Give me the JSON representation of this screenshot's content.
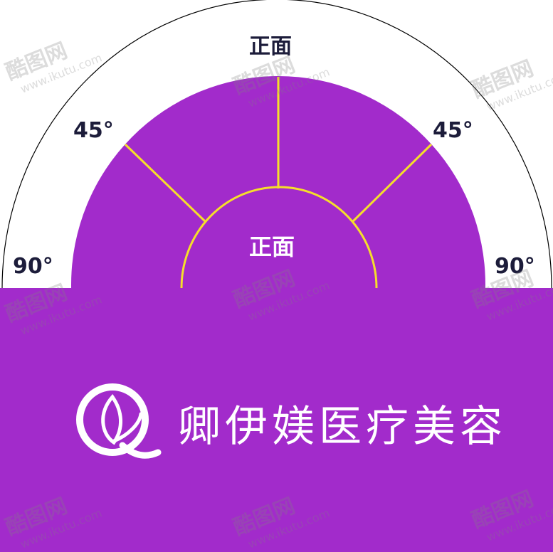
{
  "labels": {
    "outer_top": "正面",
    "inner_center": "正面",
    "angle_left_45": "45°",
    "angle_right_45": "45°",
    "angle_left_90": "90°",
    "angle_right_90": "90°"
  },
  "brand": {
    "name": "卿伊媄医疗美容",
    "logo_letter": "Q"
  },
  "watermark": {
    "name": "酷图网",
    "url": "www.ikutu.com"
  },
  "colors": {
    "purple": "#a22bcb",
    "yellow": "#f5df2a",
    "label_dark": "#1c1c3a",
    "outline": "#000000"
  }
}
